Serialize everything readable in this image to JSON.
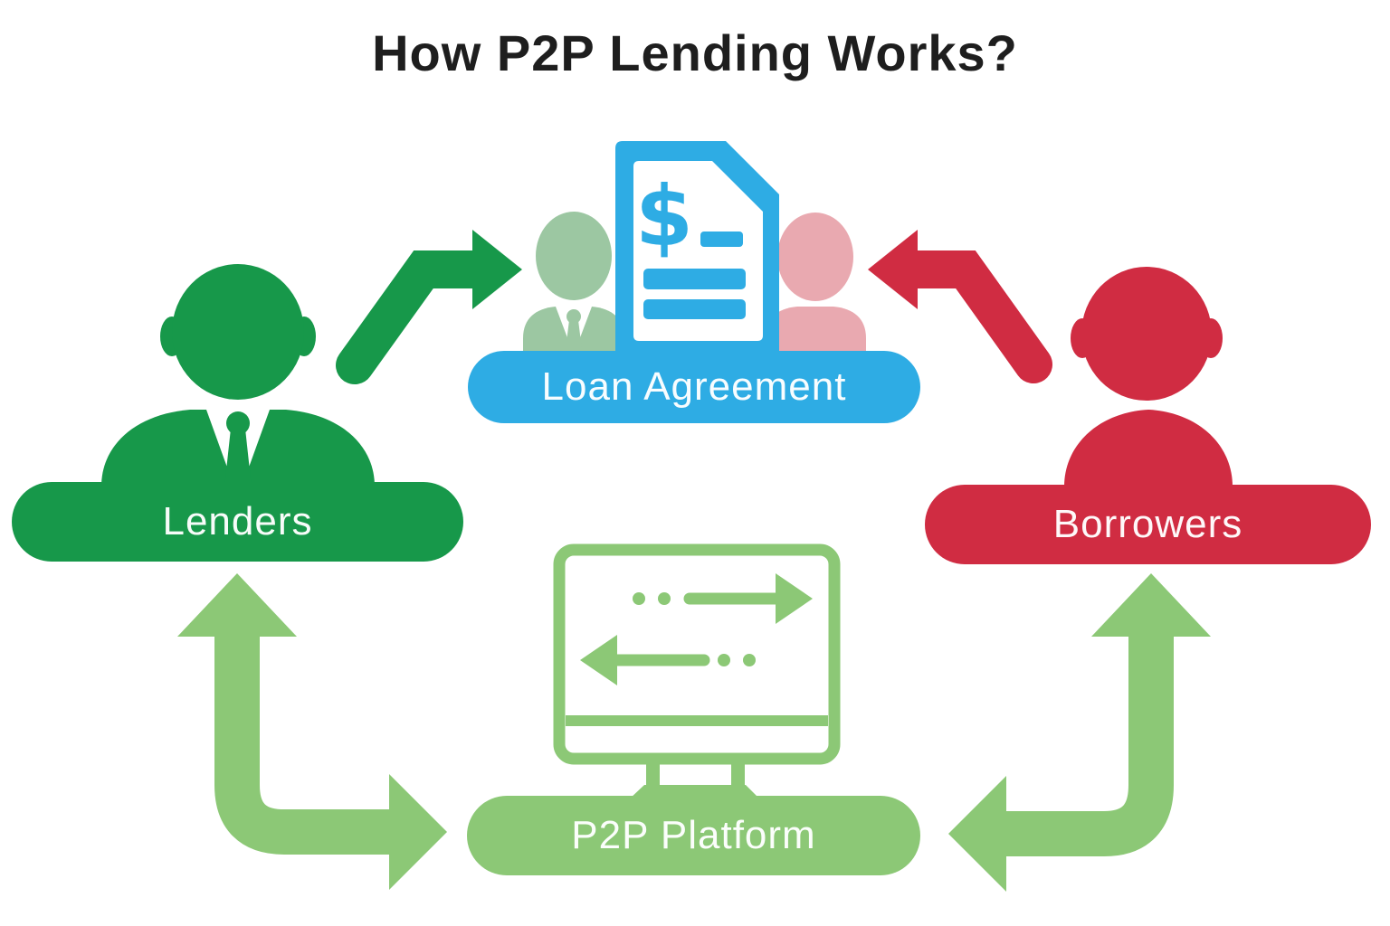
{
  "title": "How P2P Lending Works?",
  "diagram": {
    "nodes": {
      "lenders": {
        "label": "Lenders",
        "color": "#17984A"
      },
      "loan_agreement": {
        "label": "Loan Agreement",
        "color": "#2EACE4",
        "currency_symbol": "$"
      },
      "borrowers": {
        "label": "Borrowers",
        "color": "#D02C42"
      },
      "p2p_platform": {
        "label": "P2P Platform",
        "color": "#8CC876"
      }
    },
    "edges": [
      {
        "from": "Lenders",
        "to": "Loan Agreement",
        "style": "elbow-arrow",
        "color": "#17984A"
      },
      {
        "from": "Borrowers",
        "to": "Loan Agreement",
        "style": "elbow-arrow",
        "color": "#D02C42"
      },
      {
        "from": "P2P Platform",
        "to": "Lenders",
        "style": "double-headed-elbow",
        "color": "#8CC876"
      },
      {
        "from": "P2P Platform",
        "to": "Borrowers",
        "style": "double-headed-elbow",
        "color": "#8CC876"
      }
    ],
    "icons": {
      "lenders": "businessman-avatar-icon",
      "borrowers": "person-avatar-icon",
      "loan_agreement": "dollar-document-icon",
      "p2p_platform": "monitor-exchange-arrows-icon"
    }
  },
  "colors": {
    "background": "#FFFFFF",
    "title_text": "#1E1E1E",
    "dark_green": "#17984A",
    "light_green": "#8CC876",
    "faded_green": "#9CC7A2",
    "faded_pink": "#E9A9B0",
    "blue": "#2EACE4",
    "red": "#D02C42",
    "label_text": "#FFFFFF"
  }
}
